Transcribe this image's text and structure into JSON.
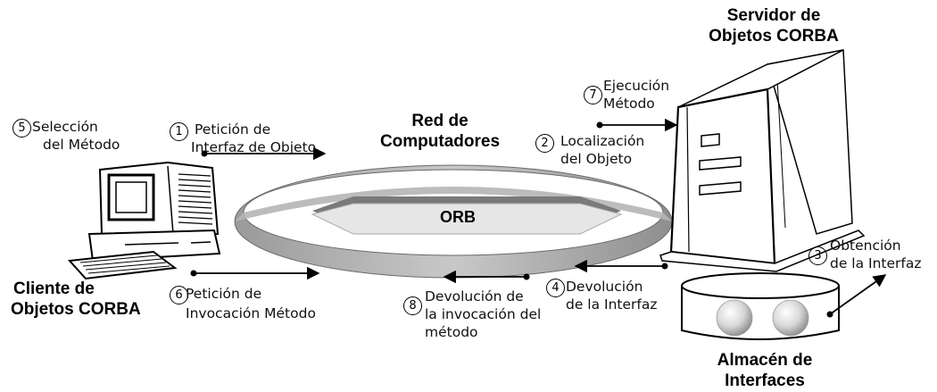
{
  "labels": {
    "server_title": [
      "Servidor de",
      "Objetos CORBA"
    ],
    "client_title": [
      "Cliente de",
      "Objetos CORBA"
    ],
    "network_title": [
      "Red de",
      "Computadores"
    ],
    "orb": "ORB",
    "store_title": [
      "Almacén de",
      "Interfaces"
    ]
  },
  "steps": [
    {
      "num": "1",
      "lines": [
        "Petición de",
        "Interfaz de Objeto"
      ]
    },
    {
      "num": "2",
      "lines": [
        "Localización",
        "del Objeto"
      ]
    },
    {
      "num": "3",
      "lines": [
        "Obtención",
        "de la Interfaz"
      ]
    },
    {
      "num": "4",
      "lines": [
        "Devolución",
        "de la Interfaz"
      ]
    },
    {
      "num": "5",
      "lines": [
        "Selección",
        "del Método"
      ]
    },
    {
      "num": "6",
      "lines": [
        "Petición de",
        "Invocación Método"
      ]
    },
    {
      "num": "7",
      "lines": [
        "Ejecución",
        "Método"
      ]
    },
    {
      "num": "8",
      "lines": [
        "Devolución de",
        "la invocación del",
        "método"
      ]
    }
  ]
}
